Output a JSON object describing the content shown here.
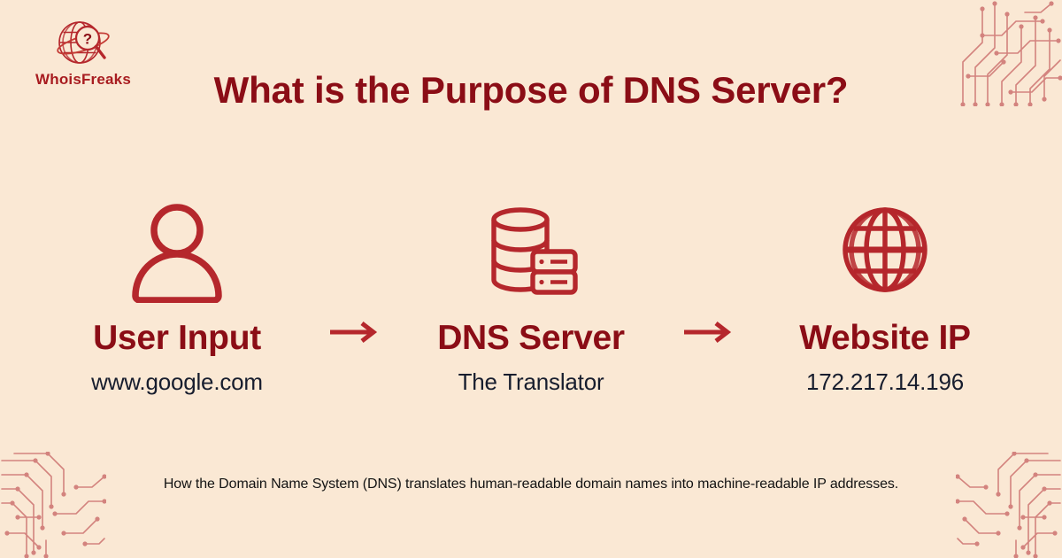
{
  "brand": {
    "name": "WhoisFreaks",
    "logo_icon": "globe-magnifier-question-icon",
    "accent_color": "#A81C20"
  },
  "theme": {
    "background": "#FAE8D4",
    "title_color": "#8B0D16",
    "icon_stroke": "#B5272C",
    "sub_text_color": "#171D2E",
    "circuit_color": "#D3837E"
  },
  "header": {
    "title": "What is the Purpose of DNS Server?"
  },
  "flow": {
    "arrow_glyph": "→",
    "steps": [
      {
        "icon": "user-icon",
        "label": "User Input",
        "sub": "www.google.com"
      },
      {
        "icon": "database-server-icon",
        "label": "DNS Server",
        "sub": "The Translator"
      },
      {
        "icon": "globe-icon",
        "label": "Website IP",
        "sub": "172.217.14.196"
      }
    ]
  },
  "footer": {
    "caption": "How the Domain Name System (DNS) translates human-readable domain names into machine-readable IP addresses."
  }
}
